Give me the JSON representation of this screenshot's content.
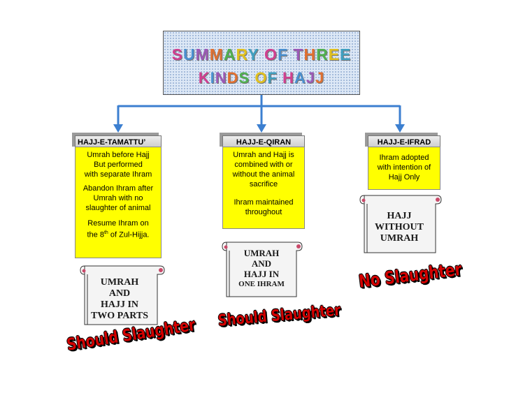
{
  "title": {
    "line1": [
      "S",
      "U",
      "M",
      "M",
      "A",
      "R",
      "Y",
      " ",
      "O",
      "F",
      " ",
      "T",
      "H",
      "R",
      "E",
      "E"
    ],
    "line2": [
      "K",
      "I",
      "N",
      "D",
      "S",
      " ",
      "O",
      "F",
      " ",
      "H",
      "A",
      "J",
      "J"
    ],
    "colors": [
      "#d04090",
      "#4a90d0",
      "#9b59b6",
      "#e07030",
      "#50b050",
      "#e0c020",
      "#40a0c0"
    ]
  },
  "tamattu": {
    "header": "HAJJ-E-TAMATTU’",
    "lines": [
      "Umrah before Hajj",
      "But performed",
      "with separate Ihram",
      "Abandon Ihram after",
      "Umrah with no",
      "slaughter of animal",
      "Resume Ihram on",
      "the 8",
      "th",
      " of Zul-Hijja."
    ],
    "scroll": [
      "UMRAH",
      "AND",
      "HAJJ IN",
      "TWO PARTS"
    ],
    "slaughter": "Should Slaughter"
  },
  "qiran": {
    "header": "HAJJ-E-QIRAN",
    "lines": [
      "Umrah and Hajj is",
      "combined with or",
      "without the animal",
      "sacrifice",
      "Ihram maintained",
      "throughout"
    ],
    "scroll": [
      "UMRAH",
      "AND",
      "HAJJ IN",
      "ONE  IHRAM"
    ],
    "slaughter": "Should Slaughter"
  },
  "ifrad": {
    "header": "HAJJ-E-IFRAD",
    "lines": [
      "Ihram adopted",
      "with intention of",
      "Hajj Only"
    ],
    "scroll": [
      "HAJJ",
      "WITHOUT",
      "UMRAH"
    ],
    "slaughter": "No Slaughter"
  }
}
